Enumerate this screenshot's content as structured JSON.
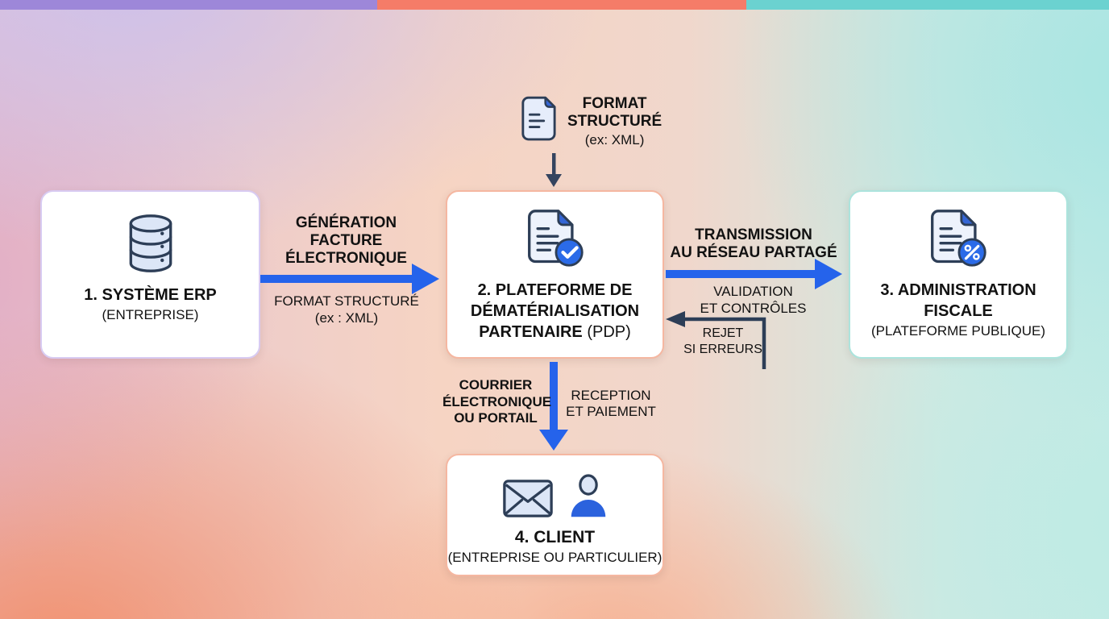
{
  "topbar": {
    "segment_colors": [
      "#9d87d9",
      "#f57c68",
      "#6bd2d0"
    ]
  },
  "palette": {
    "arrow_blue": "#2563eb",
    "connector_dark": "#34445f",
    "icon_stroke": "#2d3e57",
    "icon_fill_light": "#dce6f7",
    "badge_blue": "#2b6be8",
    "fold_blue": "#3566d6",
    "card_border_purple": "#d8cbf2",
    "card_border_salmon": "#f5b7a1",
    "card_border_teal": "#ace4dd",
    "text_color": "#121212"
  },
  "format_note": {
    "icon": "document-icon",
    "bold_lines": [
      "FORMAT",
      "STRUCTURÉ"
    ],
    "subtitle": "(ex: XML)"
  },
  "nodes": {
    "erp": {
      "icon": "database-icon",
      "title": "1. SYSTÈME ERP",
      "subtitle": "(ENTREPRISE)"
    },
    "pdp": {
      "icon": "document-check-icon",
      "title_lines": [
        "2. PLATEFORME DE",
        "DÉMATÉRIALISATION"
      ],
      "title_bold_tail": "PARTENAIRE",
      "title_regular_tail": " (PDP)"
    },
    "fiscal": {
      "icon": "document-percent-icon",
      "title_lines": [
        "3. ADMINISTRATION",
        "FISCALE"
      ],
      "subtitle": "(PLATEFORME PUBLIQUE)"
    },
    "client": {
      "icons": [
        "envelope-icon",
        "person-icon"
      ],
      "title": "4. CLIENT",
      "subtitle": "(ENTREPRISE OU PARTICULIER)"
    }
  },
  "flows": {
    "erp_to_pdp": {
      "bold_lines": [
        "GÉNÉRATION",
        "FACTURE",
        "ÉLECTRONIQUE"
      ],
      "regular_lines": [
        "FORMAT STRUCTURÉ",
        "(ex : XML)"
      ]
    },
    "pdp_to_fiscal": {
      "bold_lines": [
        "TRANSMISSION",
        "AU RÉSEAU PARTAGÉ"
      ],
      "regular_lines": [
        "VALIDATION",
        "ET CONTRÔLES"
      ]
    },
    "fiscal_to_pdp_reject": {
      "lines": [
        "REJET",
        "SI ERREURS"
      ]
    },
    "pdp_to_client": {
      "bold_lines": [
        "COURRIER",
        "ÉLECTRONIQUE",
        "OU PORTAIL"
      ],
      "regular_lines": [
        "RECEPTION",
        "ET PAIEMENT"
      ]
    }
  }
}
